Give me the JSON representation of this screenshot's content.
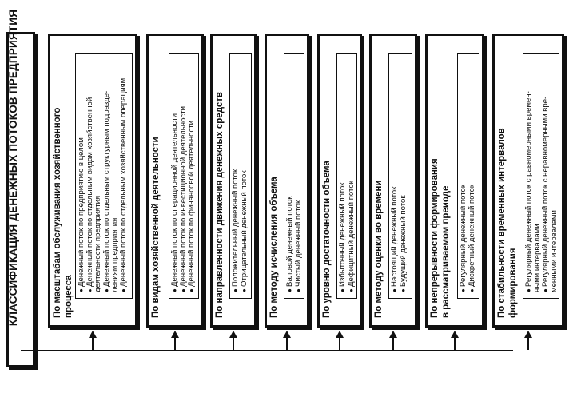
{
  "root": {
    "title": "КЛАССИФИКАЦИЯ ДЕНЕЖНЫХ ПОТОКОВ ПРЕДПРИЯТИЯ"
  },
  "categories": [
    {
      "title_lines": [
        "По масштабам обслуживания хозяйственного",
        "процесса"
      ],
      "items": [
        "Денежный поток по предприятию в целом",
        "Денежный поток по отдельным видам хозяйственной",
        "деятельности предприятия",
        "Денежный поток по отдельным структурным подразде-",
        "лениям предприятия",
        "Денежный поток по отдельным хозяйственным операциям"
      ],
      "bullets": [
        true,
        true,
        false,
        true,
        false,
        true
      ]
    },
    {
      "title_lines": [
        "По видам хозяйственной деятельности"
      ],
      "items": [
        "Денежный поток по операционной деятельности",
        "Денежный поток по инвестиционной деятельности",
        "Денежный поток по финансовой деятельности"
      ],
      "bullets": [
        true,
        true,
        true
      ]
    },
    {
      "title_lines": [
        "По направленности движения денежных средств"
      ],
      "items": [
        "Положительный денежный поток",
        "Отрицательный денежный поток"
      ],
      "bullets": [
        true,
        true
      ]
    },
    {
      "title_lines": [
        "По методу исчисления объема"
      ],
      "items": [
        "Валовой денежный поток",
        "Чистый денежный поток"
      ],
      "bullets": [
        true,
        true
      ]
    },
    {
      "title_lines": [
        "По уровню достаточности объема"
      ],
      "items": [
        "Избыточный денежный поток",
        "Дефицитный денежный поток"
      ],
      "bullets": [
        true,
        true
      ]
    },
    {
      "title_lines": [
        "По методу оценки во времени"
      ],
      "items": [
        "Настоящий денежный поток",
        "Будущий денежный поток"
      ],
      "bullets": [
        true,
        true
      ]
    },
    {
      "title_lines": [
        "По непрерывности формирования",
        "в рассматриваемом преиоде"
      ],
      "items": [
        "Регулярный денежный поток",
        "Дискретный денежный поток"
      ],
      "bullets": [
        true,
        true
      ]
    },
    {
      "title_lines": [
        "По стабильности временных интервалов",
        "формирования"
      ],
      "items": [
        "Регулярный денежный поток с равномерными времен-",
        "ными интервалами",
        "Регулярный денежный поток с неравномерными вре-",
        "менными интервалами"
      ],
      "bullets": [
        true,
        false,
        true,
        false
      ]
    }
  ]
}
